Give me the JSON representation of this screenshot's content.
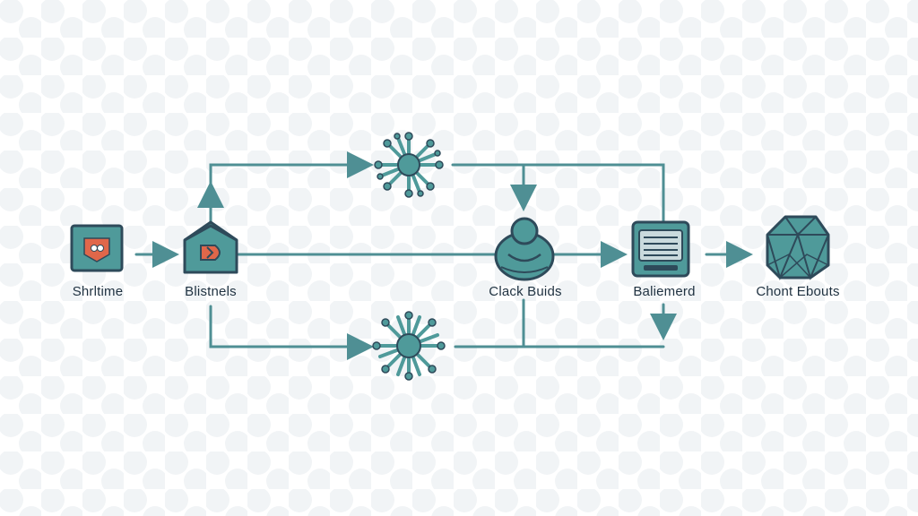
{
  "colors": {
    "line": "#4f8f94",
    "icon_fill": "#4f9a9a",
    "icon_stroke": "#2e4a5a",
    "accent": "#e0674a",
    "text": "#1f3140",
    "pattern": "#eef2f4"
  },
  "nodes": [
    {
      "id": "shrtime",
      "label": "Shrltime",
      "icon": "shield-tag-icon"
    },
    {
      "id": "blistnels",
      "label": "Blistnels",
      "icon": "house-icon"
    },
    {
      "id": "virus-top",
      "label": "",
      "icon": "virus-icon"
    },
    {
      "id": "virus-bottom",
      "label": "",
      "icon": "virus-icon"
    },
    {
      "id": "clack",
      "label": "Clack Buids",
      "icon": "blob-figure-icon"
    },
    {
      "id": "bali",
      "label": "Baliemerd",
      "icon": "server-box-icon"
    },
    {
      "id": "chont",
      "label": "Chont Ebouts",
      "icon": "crystal-cube-icon"
    }
  ]
}
